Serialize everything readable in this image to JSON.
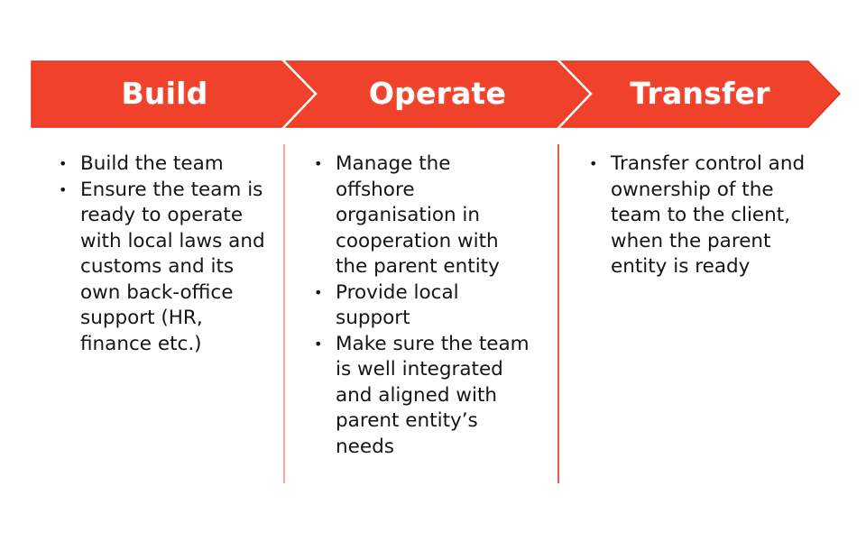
{
  "diagram": {
    "type": "process-chevron",
    "colors": {
      "arrow_fill": "#f0412a",
      "arrow_border": "#e0321c",
      "chevron_line": "#ffffff",
      "label_text": "#ffffff",
      "divider_1": "#f6aa9c",
      "divider_2": "#ef5a47",
      "body_text": "#151515"
    },
    "stages": [
      {
        "title": "Build",
        "bullets": [
          "Build the team",
          "Ensure the team is ready to operate with local laws and customs and its own back-office support (HR, finance etc.)"
        ]
      },
      {
        "title": "Operate",
        "bullets": [
          "Manage the offshore organisation in cooperation with the parent entity",
          "Provide local support",
          "Make sure the team is well integrated and aligned with parent entity’s needs"
        ]
      },
      {
        "title": "Transfer",
        "bullets": [
          "Transfer control and ownership of the team to the client, when the parent entity is ready"
        ]
      }
    ],
    "bullet_glyph": "•"
  }
}
